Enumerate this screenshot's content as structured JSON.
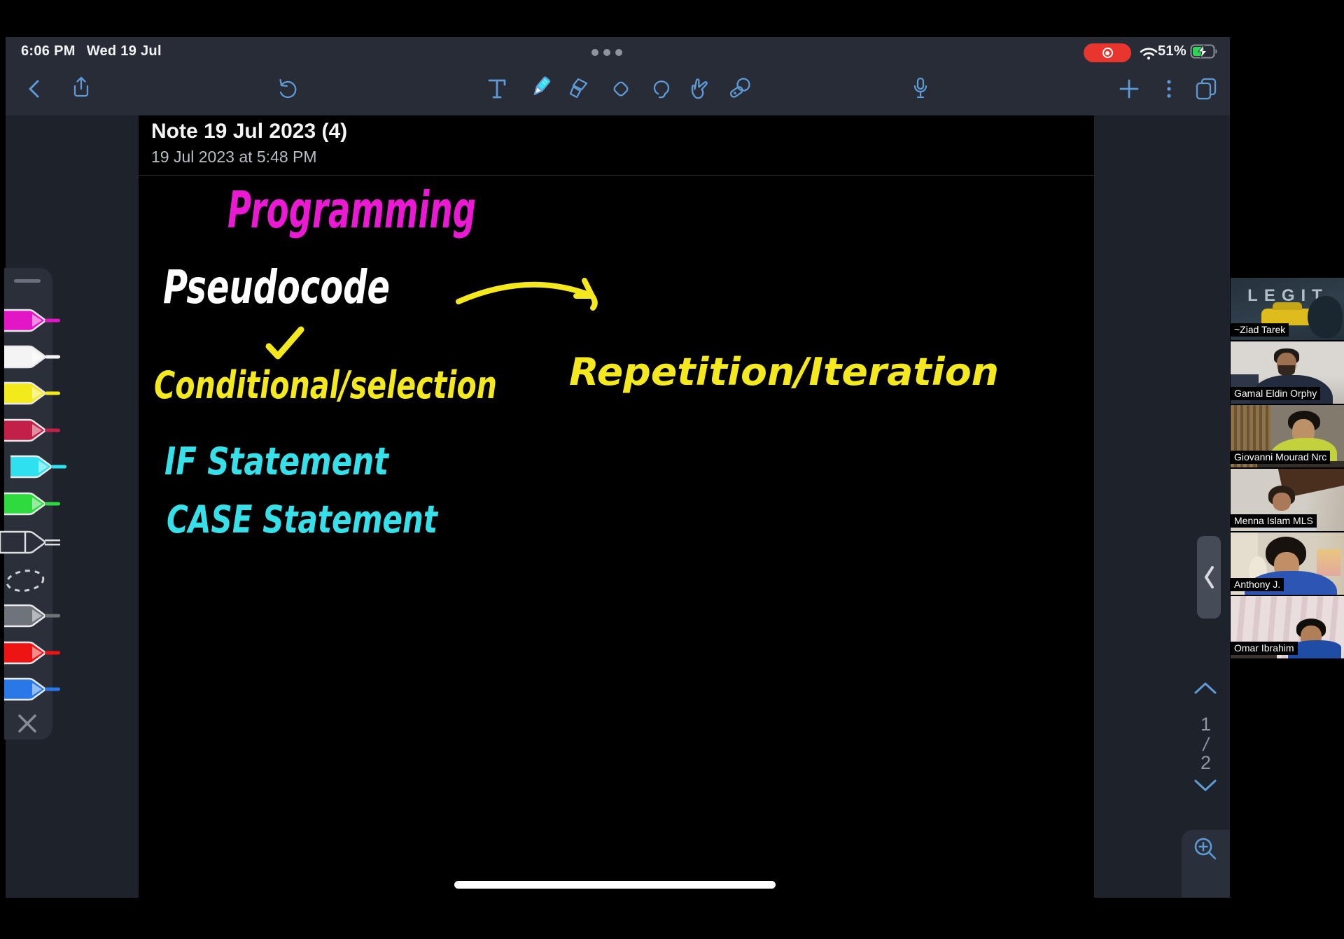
{
  "status_bar": {
    "time": "6:06 PM",
    "date": "Wed 19 Jul",
    "battery_percent": "51%",
    "icons": [
      "screen-recording-icon",
      "wifi-icon",
      "battery-charging-icon",
      "multitask-dots-icon"
    ]
  },
  "toolbar": {
    "icons": [
      "back-icon",
      "share-icon",
      "undo-icon",
      "text-tool-icon",
      "pen-tool-icon",
      "highlighter-tool-icon",
      "eraser-tool-icon",
      "lasso-tool-icon",
      "hand-tool-icon",
      "laser-pointer-icon",
      "microphone-icon",
      "add-page-icon",
      "more-options-icon",
      "pages-overview-icon"
    ]
  },
  "note_header": {
    "title": "Note 19 Jul 2023 (4)",
    "subtitle": "19 Jul 2023 at 5:48 PM"
  },
  "handwriting": {
    "items": [
      {
        "id": "programming",
        "text": "Programming",
        "color": "#e91ad1"
      },
      {
        "id": "pseudocode",
        "text": "Pseudocode",
        "color": "#ffffff"
      },
      {
        "id": "conditional",
        "text": "Conditional/selection",
        "color": "#f3e91e"
      },
      {
        "id": "repetition",
        "text": "Repetition/Iteration",
        "color": "#f3e91e"
      },
      {
        "id": "if-statement",
        "text": "IF Statement",
        "color": "#37dfe9"
      },
      {
        "id": "case-statement",
        "text": "CASE Statement",
        "color": "#37dfe9"
      }
    ],
    "marks": [
      "yellow-curved-arrow",
      "yellow-checkmark"
    ]
  },
  "page_nav": {
    "current": "1",
    "separator": "/",
    "total": "2"
  },
  "participants": [
    {
      "name": "~Ziad Tarek",
      "video_overlay_text": "LEGIT"
    },
    {
      "name": "Gamal Eldin Orphy"
    },
    {
      "name": "Giovanni Mourad Nrc"
    },
    {
      "name": "Menna Islam MLS"
    },
    {
      "name": "Anthony J."
    },
    {
      "name": "Omar Ibrahim"
    }
  ],
  "palette": {
    "pens": [
      {
        "color_name": "magenta",
        "hex": "#e316c6"
      },
      {
        "color_name": "white",
        "hex": "#f4f4f4"
      },
      {
        "color_name": "yellow",
        "hex": "#f3ea1c"
      },
      {
        "color_name": "crimson",
        "hex": "#c22049"
      },
      {
        "color_name": "cyan",
        "hex": "#2fe0f0",
        "selected": true
      },
      {
        "color_name": "green",
        "hex": "#2eda3e"
      },
      {
        "color_name": "outline",
        "hex": "none"
      },
      {
        "color_name": "lasso",
        "hex": "dashed"
      },
      {
        "color_name": "gray",
        "hex": "#6f747b"
      },
      {
        "color_name": "red",
        "hex": "#ee1414"
      },
      {
        "color_name": "blue",
        "hex": "#2a78e8"
      }
    ]
  },
  "colors": {
    "accent_blue": "#5f9ad6",
    "record_red": "#e8362e",
    "battery_green": "#32d158",
    "canvas": "#000000",
    "app_background": "#1e222b",
    "toolbar_background": "#272c36"
  }
}
